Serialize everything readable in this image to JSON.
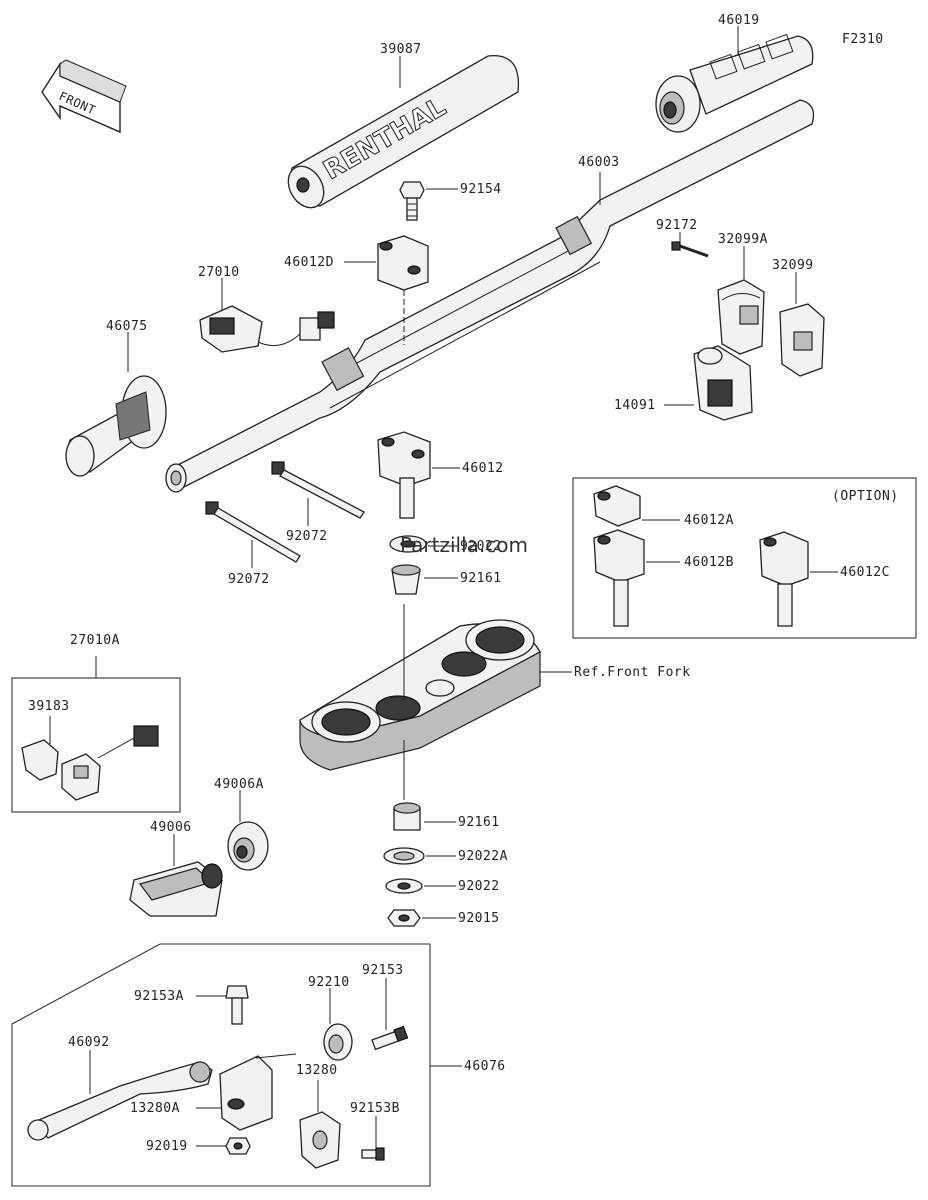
{
  "diagram_code": "F2310",
  "front_label": "FRONT",
  "watermark": "Partzilla.com",
  "option_label": "(OPTION)",
  "ref_label": "Ref.Front Fork",
  "grip_brand": "RENTHAL",
  "parts": {
    "p46019": "46019",
    "p39087": "39087",
    "p46003": "46003",
    "p92154": "92154",
    "p46012D": "46012D",
    "p27010": "27010",
    "p92172": "92172",
    "p32099A": "32099A",
    "p32099": "32099",
    "p46075": "46075",
    "p14091": "14091",
    "p46012": "46012",
    "p92072a": "92072",
    "p92072b": "92072",
    "p92022top": "92022",
    "p92161a": "92161",
    "p46012A": "46012A",
    "p46012B": "46012B",
    "p46012C": "46012C",
    "p27010A": "27010A",
    "p39183": "39183",
    "p49006A": "49006A",
    "p49006": "49006",
    "p92161b": "92161",
    "p92022A": "92022A",
    "p92022b": "92022",
    "p92015": "92015",
    "p92153A": "92153A",
    "p92210": "92210",
    "p92153": "92153",
    "p46092": "46092",
    "p46076": "46076",
    "p13280": "13280",
    "p13280A": "13280A",
    "p92153B": "92153B",
    "p92019": "92019"
  }
}
